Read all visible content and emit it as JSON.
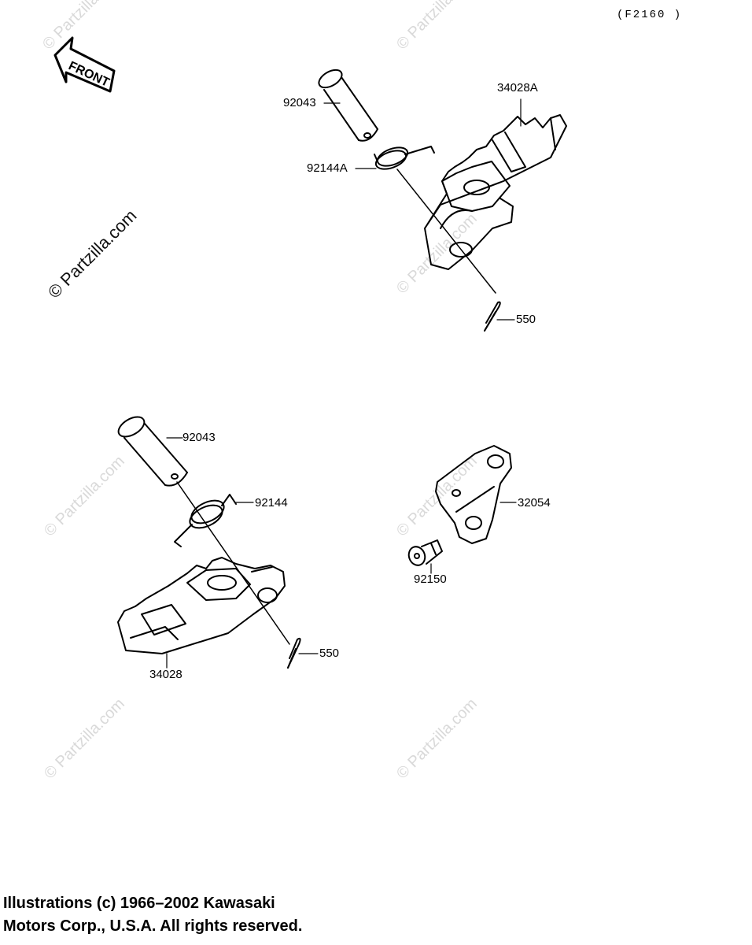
{
  "diagram": {
    "ref_code": "(F2160 )",
    "front_label": "FRONT",
    "watermarks": {
      "strong": "© Partzilla.com",
      "faint": "© Partzilla.com"
    },
    "parts": {
      "upper_pin": "92043",
      "upper_spring": "92144A",
      "upper_peg": "34028A",
      "upper_cotter": "550",
      "lower_pin": "92043",
      "lower_spring": "92144",
      "lower_peg": "34028",
      "lower_cotter": "550",
      "bracket": "32054",
      "bolt": "92150"
    },
    "copyright": {
      "line1": "Illustrations (c) 1966–2002 Kawasaki",
      "line2": "Motors Corp., U.S.A.  All rights reserved."
    }
  }
}
